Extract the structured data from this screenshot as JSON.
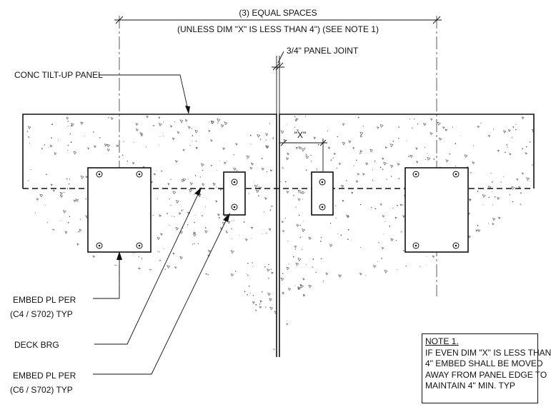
{
  "dimensions": {
    "equal_spaces": "(3) EQUAL SPACES",
    "equal_spaces_note": "(UNLESS DIM \"X\" IS LESS THAN 4\") (SEE NOTE 1)",
    "panel_joint": "3/4\" PANEL JOINT",
    "dim_x": "\"X\""
  },
  "labels": {
    "tilt_up_panel": "CONC TILT-UP PANEL",
    "embed_c4_line1": "EMBED PL PER",
    "embed_c4_line2": "(C4 / S702)  TYP",
    "deck_brg": "DECK BRG",
    "embed_c6_line1": "EMBED PL PER",
    "embed_c6_line2": "(C6 / S702)  TYP"
  },
  "note": {
    "title": "NOTE 1.",
    "lines": [
      "IF EVEN DIM \"X\" IS LESS THAN",
      "4\" EMBED SHALL BE MOVED",
      "AWAY FROM PANEL EDGE TO",
      "MAINTAIN 4\" MIN. TYP"
    ]
  },
  "colors": {
    "ink": "#111111",
    "concrete_speckle": "#555555"
  }
}
